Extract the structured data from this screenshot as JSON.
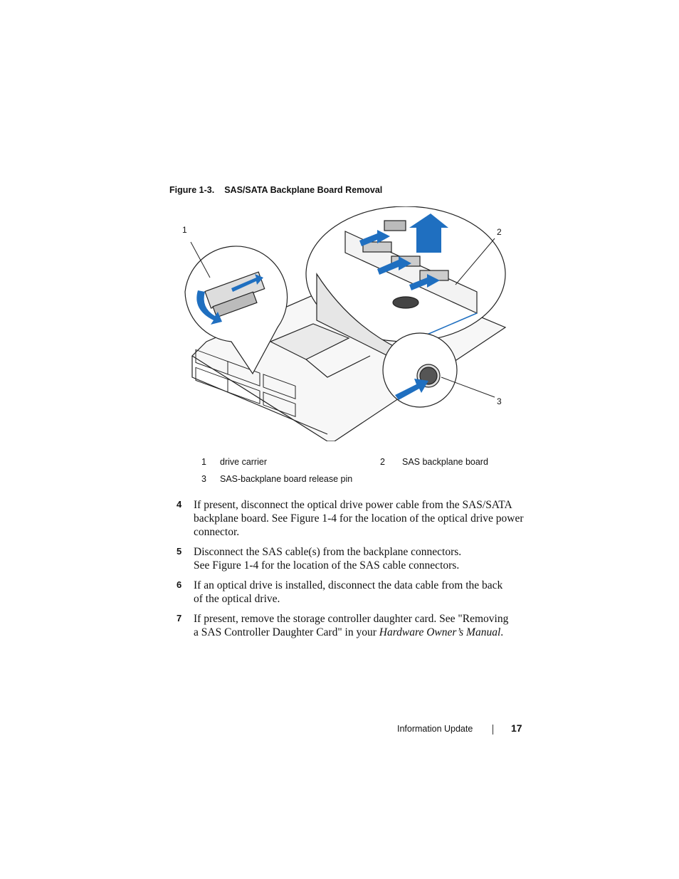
{
  "figure": {
    "caption_label": "Figure 1-3.",
    "caption_title": "SAS/SATA Backplane Board Removal",
    "callouts": [
      "1",
      "2",
      "3"
    ],
    "arrow_color": "#1f6fc0"
  },
  "legend": [
    {
      "num": "1",
      "label": "drive carrier"
    },
    {
      "num": "2",
      "label": "SAS backplane board"
    },
    {
      "num": "3",
      "label": "SAS-backplane board release pin"
    }
  ],
  "steps": [
    {
      "num": "4",
      "lines": [
        "If present, disconnect the optical drive power cable from the SAS/SATA",
        "backplane board. See Figure 1-4 for the location of the optical drive power",
        "connector."
      ]
    },
    {
      "num": "5",
      "lines": [
        "Disconnect the SAS cable(s) from the backplane connectors.",
        "See Figure 1-4 for the location of the SAS cable connectors."
      ]
    },
    {
      "num": "6",
      "lines": [
        "If an optical drive is installed, disconnect the data cable from the back",
        "of the optical drive."
      ]
    },
    {
      "num": "7",
      "line1": "If present, remove the storage controller daughter card. See \"Removing",
      "line2_pre": "a SAS Controller Daughter Card\" in your ",
      "line2_italic": "Hardware Owner’s Manual",
      "line2_post": "."
    }
  ],
  "footer": {
    "section": "Information Update",
    "page": "17"
  }
}
